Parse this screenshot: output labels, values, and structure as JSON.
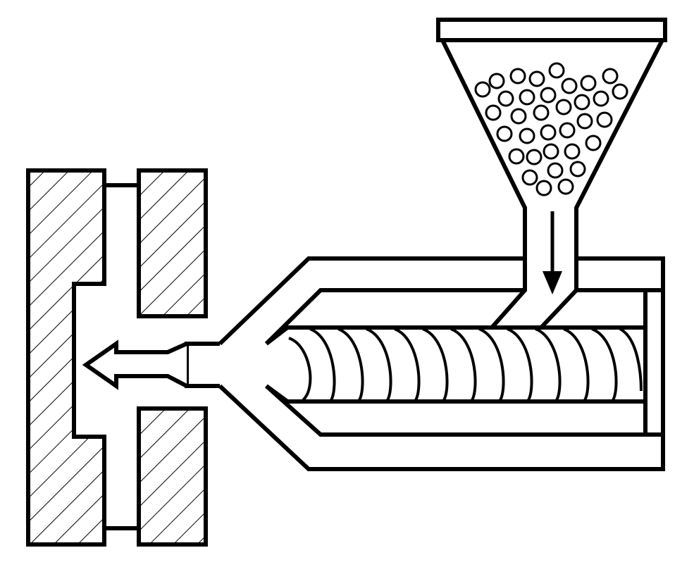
{
  "diagram": {
    "components": [
      {
        "id": "mold-platen",
        "icon": "hatched-block"
      },
      {
        "id": "mold-cavity",
        "icon": "t-shaped-cavity"
      },
      {
        "id": "mold-half-top",
        "icon": "hatched-block"
      },
      {
        "id": "mold-half-bottom",
        "icon": "hatched-block"
      },
      {
        "id": "nozzle",
        "icon": "rectangle"
      },
      {
        "id": "barrel",
        "icon": "housing"
      },
      {
        "id": "screw",
        "icon": "helical-screw"
      },
      {
        "id": "hopper",
        "icon": "funnel"
      },
      {
        "id": "pellets",
        "icon": "circles"
      },
      {
        "id": "feed-arrow",
        "icon": "arrow-down"
      },
      {
        "id": "injection-arrow",
        "icon": "arrow-left"
      }
    ],
    "colors": {
      "line": "#000000",
      "background": "#ffffff"
    }
  }
}
